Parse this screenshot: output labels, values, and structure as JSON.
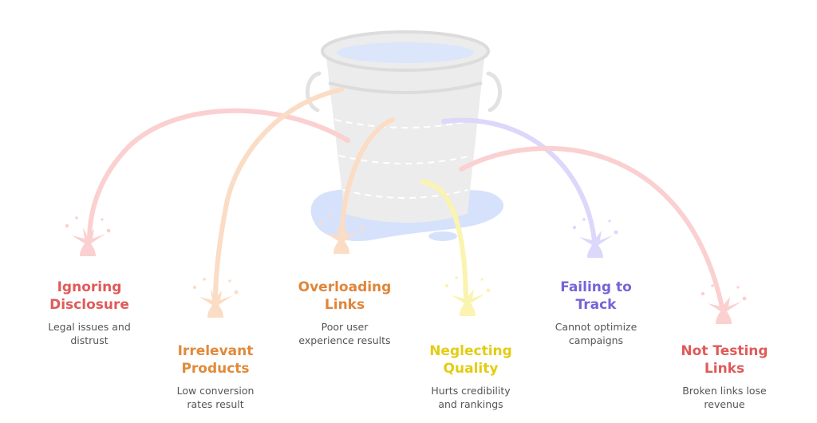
{
  "colors": {
    "bucket": "#ececec",
    "bucket_outline": "#d9d9d9",
    "water": "#dbe6fb",
    "puddle": "#d6e2fb"
  },
  "items": [
    {
      "title_line1": "Ignoring",
      "title_line2": "Disclosure",
      "desc_line1": "Legal issues and",
      "desc_line2": "distrust",
      "color": "#e05a5a",
      "stream_color": "#fbd0d0"
    },
    {
      "title_line1": "Irrelevant",
      "title_line2": "Products",
      "desc_line1": "Low conversion",
      "desc_line2": "rates result",
      "color": "#e08a3a",
      "stream_color": "#fbdcc4"
    },
    {
      "title_line1": "Overloading",
      "title_line2": "Links",
      "desc_line1": "Poor user",
      "desc_line2": "experience results",
      "color": "#e0853a",
      "stream_color": "#fbdcc4"
    },
    {
      "title_line1": "Neglecting",
      "title_line2": "Quality",
      "desc_line1": "Hurts credibility",
      "desc_line2": "and rankings",
      "color": "#e3cc14",
      "stream_color": "#fbf3b0"
    },
    {
      "title_line1": "Failing to",
      "title_line2": "Track",
      "desc_line1": "Cannot optimize",
      "desc_line2": "campaigns",
      "color": "#7564d8",
      "stream_color": "#dcd8fb"
    },
    {
      "title_line1": "Not Testing",
      "title_line2": "Links",
      "desc_line1": "Broken links lose",
      "desc_line2": "revenue",
      "color": "#e05a5a",
      "stream_color": "#fbd0d0"
    }
  ]
}
